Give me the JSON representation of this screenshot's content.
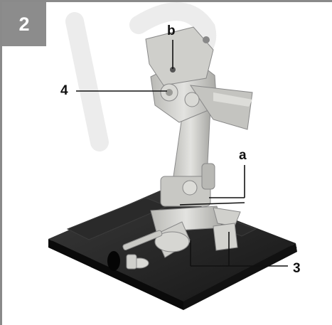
{
  "figure": {
    "number": "2",
    "callouts": {
      "b": "b",
      "four": "4",
      "a": "a",
      "three": "3"
    }
  },
  "colors": {
    "frame": "#8a8a8a",
    "number_box": "#8c8c8c",
    "base_plate": "#161616",
    "metal": "#c9c9c6",
    "watermark": "#e6e6e6"
  }
}
